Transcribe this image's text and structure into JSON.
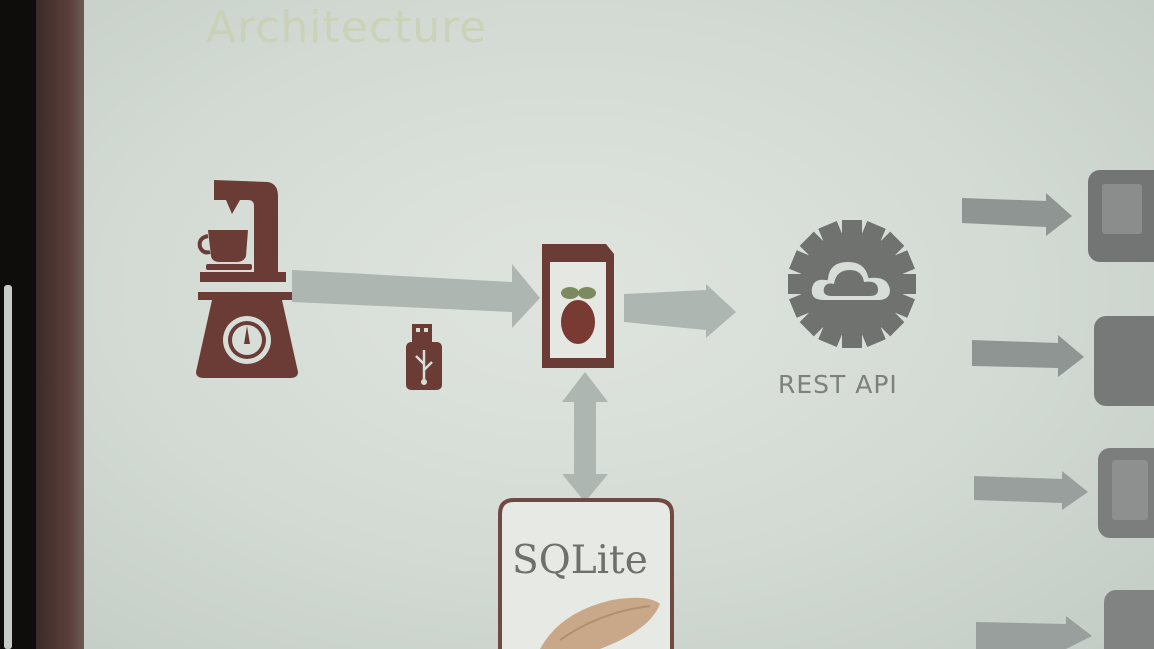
{
  "slide": {
    "title": "Architecture"
  },
  "nodes": {
    "api_label": "REST API",
    "database_label": "SQLite"
  },
  "icons": {
    "scale": "coffee-scale-icon",
    "usb": "usb-stick-icon",
    "raspberry_pi": "raspberry-pi-icon",
    "api": "gear-cloud-icon",
    "database": "sqlite-feather-icon",
    "targets": [
      "app-icon-1",
      "app-icon-2",
      "app-icon-3",
      "app-icon-4"
    ]
  },
  "colors": {
    "icon_brown": "#6b3b36",
    "arrow_grey": "#aeb6b2",
    "dark_grey": "#6f726f",
    "feather": "#c9a88a"
  }
}
